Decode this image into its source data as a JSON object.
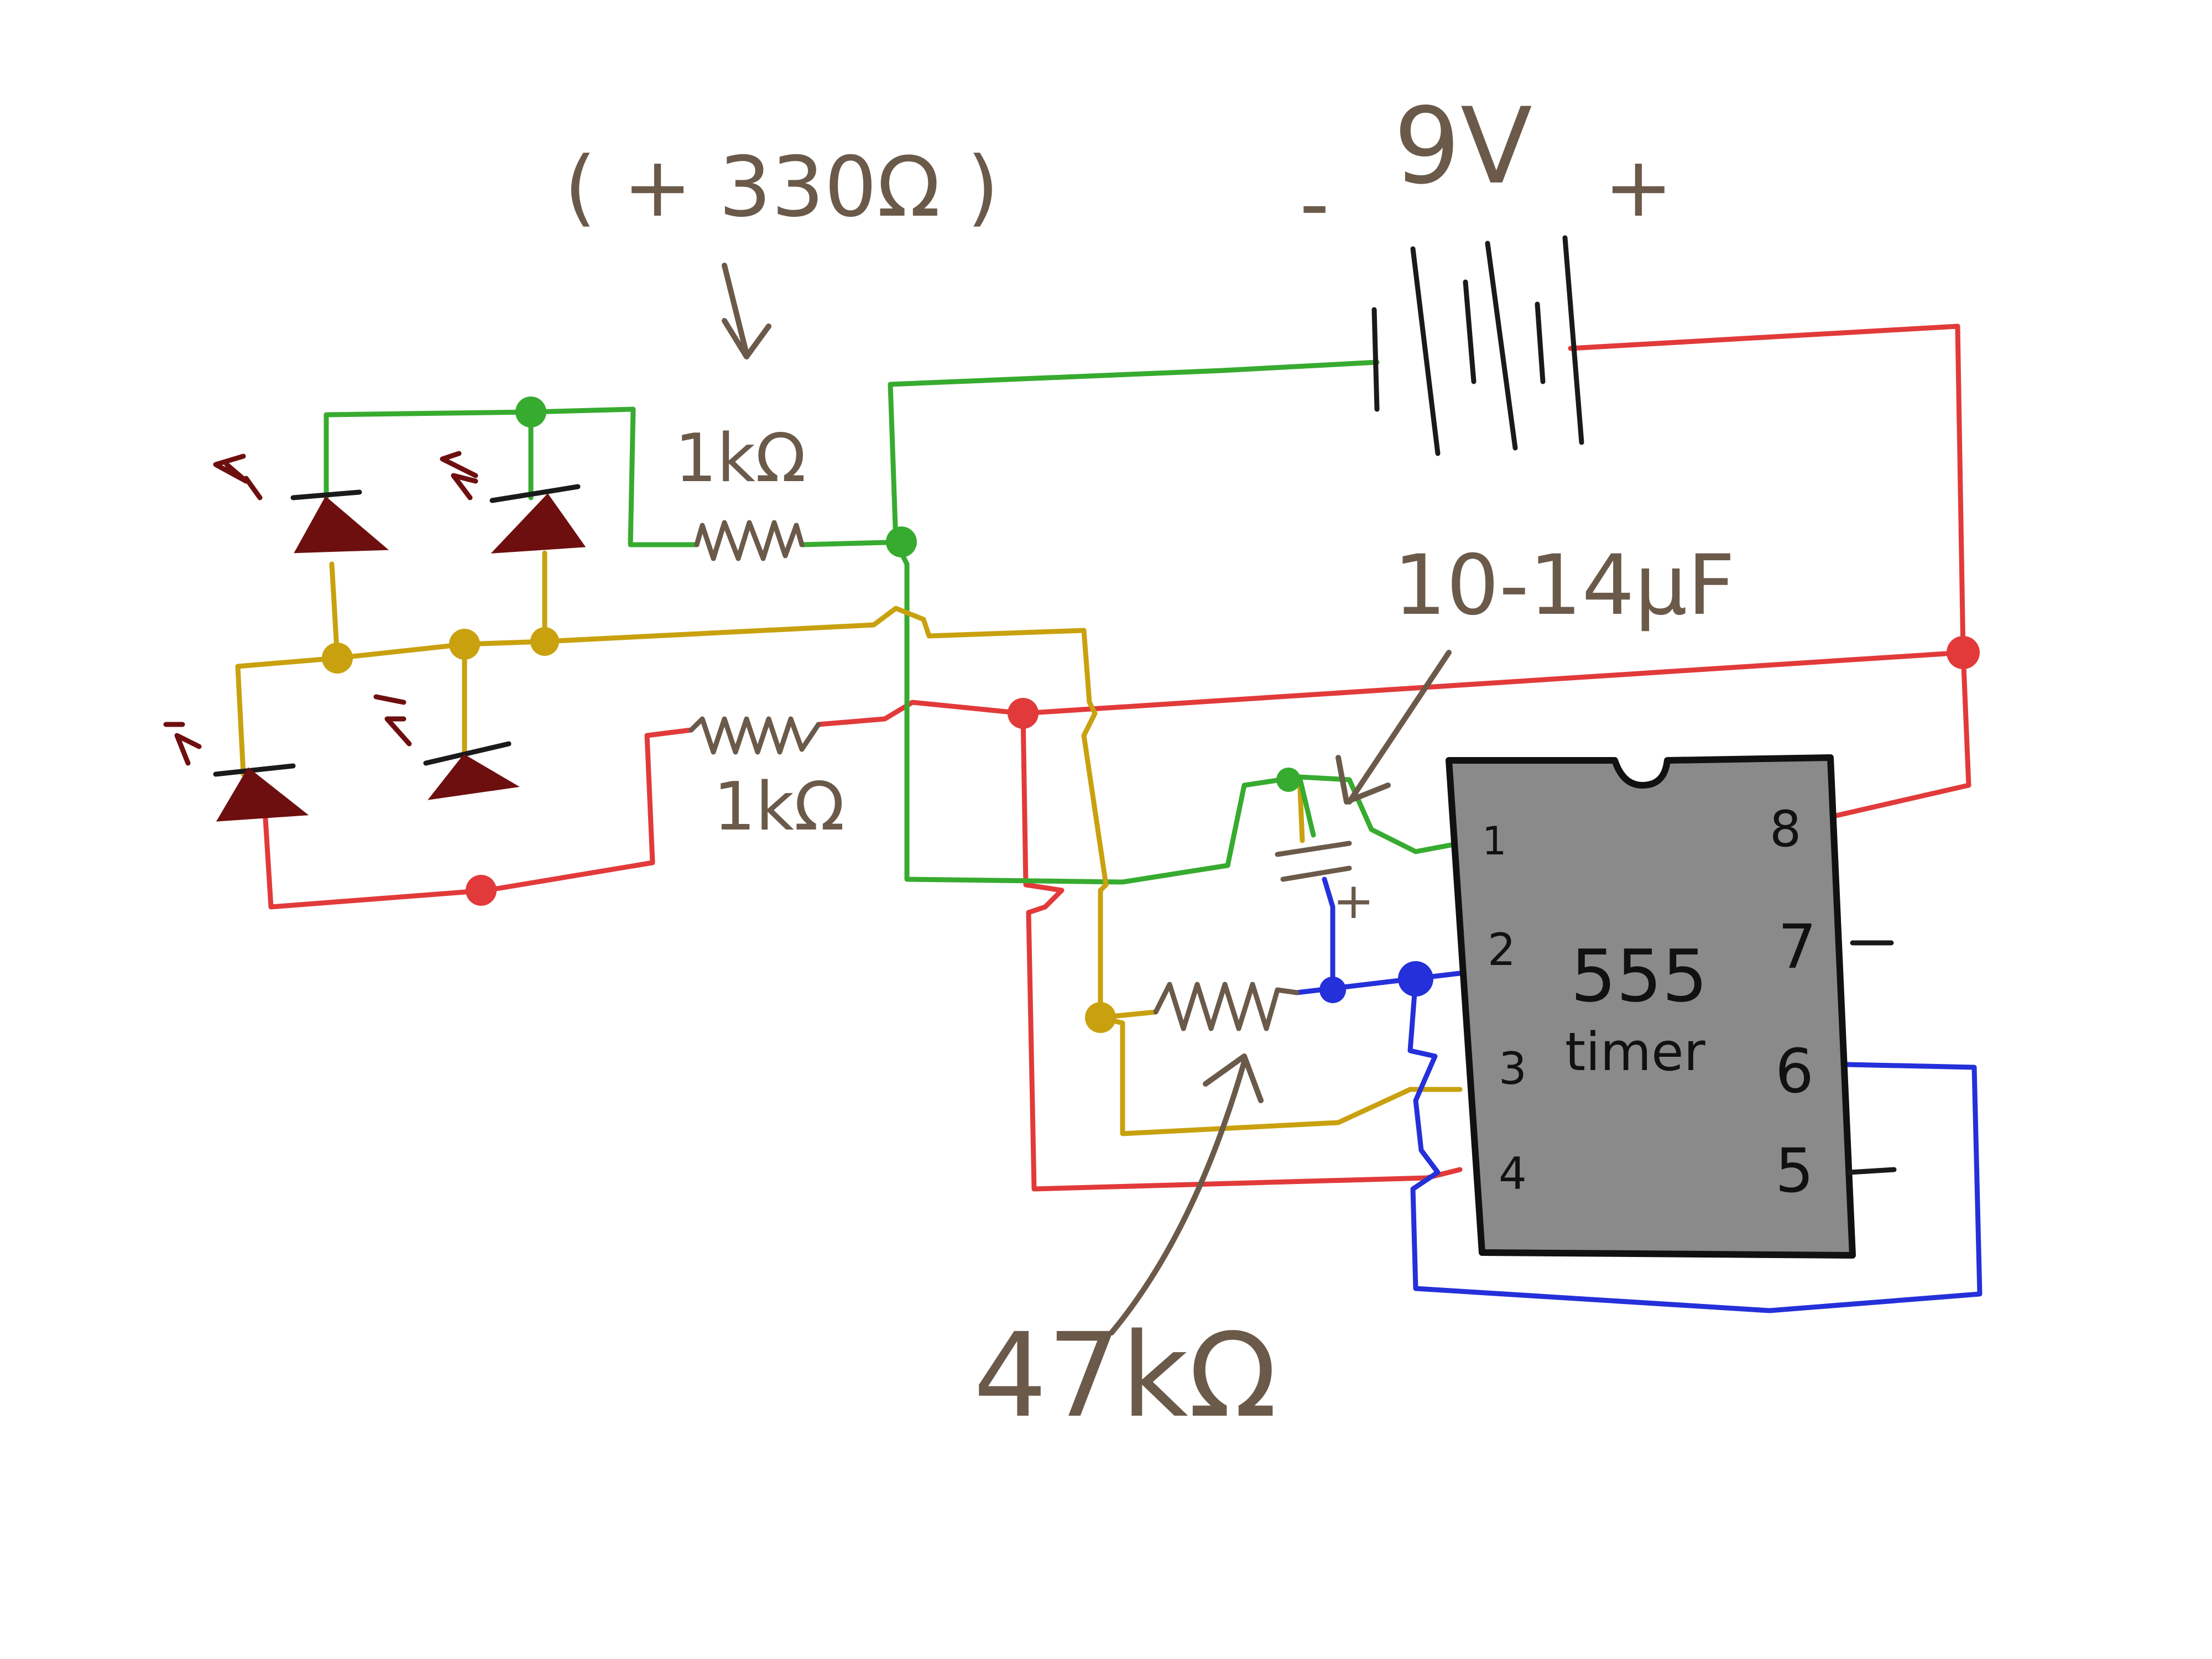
{
  "labels": {
    "parallel_note": "( + 330Ω )",
    "r_top": "1kΩ",
    "r_bottom": "1kΩ",
    "cap": "10-14μF",
    "cap_plus": "+",
    "battery_voltage": "9V",
    "battery_minus": "-",
    "battery_plus": "+",
    "pot": "47kΩ"
  },
  "chip": {
    "name_line1": "555",
    "name_line2": "timer",
    "pins": {
      "p1": "1",
      "p2": "2",
      "p3": "3",
      "p4": "4",
      "p5": "5",
      "p6": "6",
      "p7": "7",
      "p8": "8"
    }
  },
  "colors": {
    "background": "#ffffff",
    "chip_body": "#8a8a8a",
    "wire_red": "#e23a3a",
    "wire_green": "#37ab2f",
    "wire_yellow": "#c9a10f",
    "wire_blue": "#2430d9",
    "led": "#6e0f0f",
    "annotation": "#6b5a4a"
  }
}
